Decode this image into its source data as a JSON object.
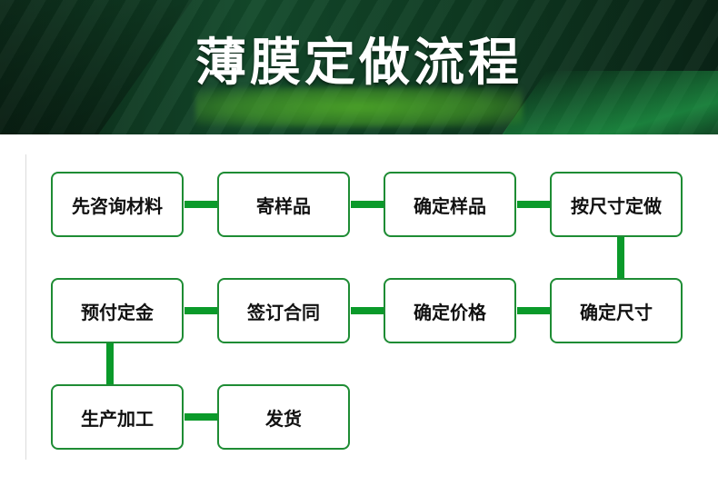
{
  "banner": {
    "title": "薄膜定做流程"
  },
  "flow": {
    "steps": [
      "先咨询材料",
      "寄样品",
      "确定样品",
      "按尺寸定做",
      "确定尺寸",
      "确定价格",
      "签订合同",
      "预付定金",
      "生产加工",
      "发货"
    ]
  },
  "colors": {
    "banner_bg": "#0f3b22",
    "box_border": "#1e8c34",
    "connector": "#0a9a2a"
  }
}
